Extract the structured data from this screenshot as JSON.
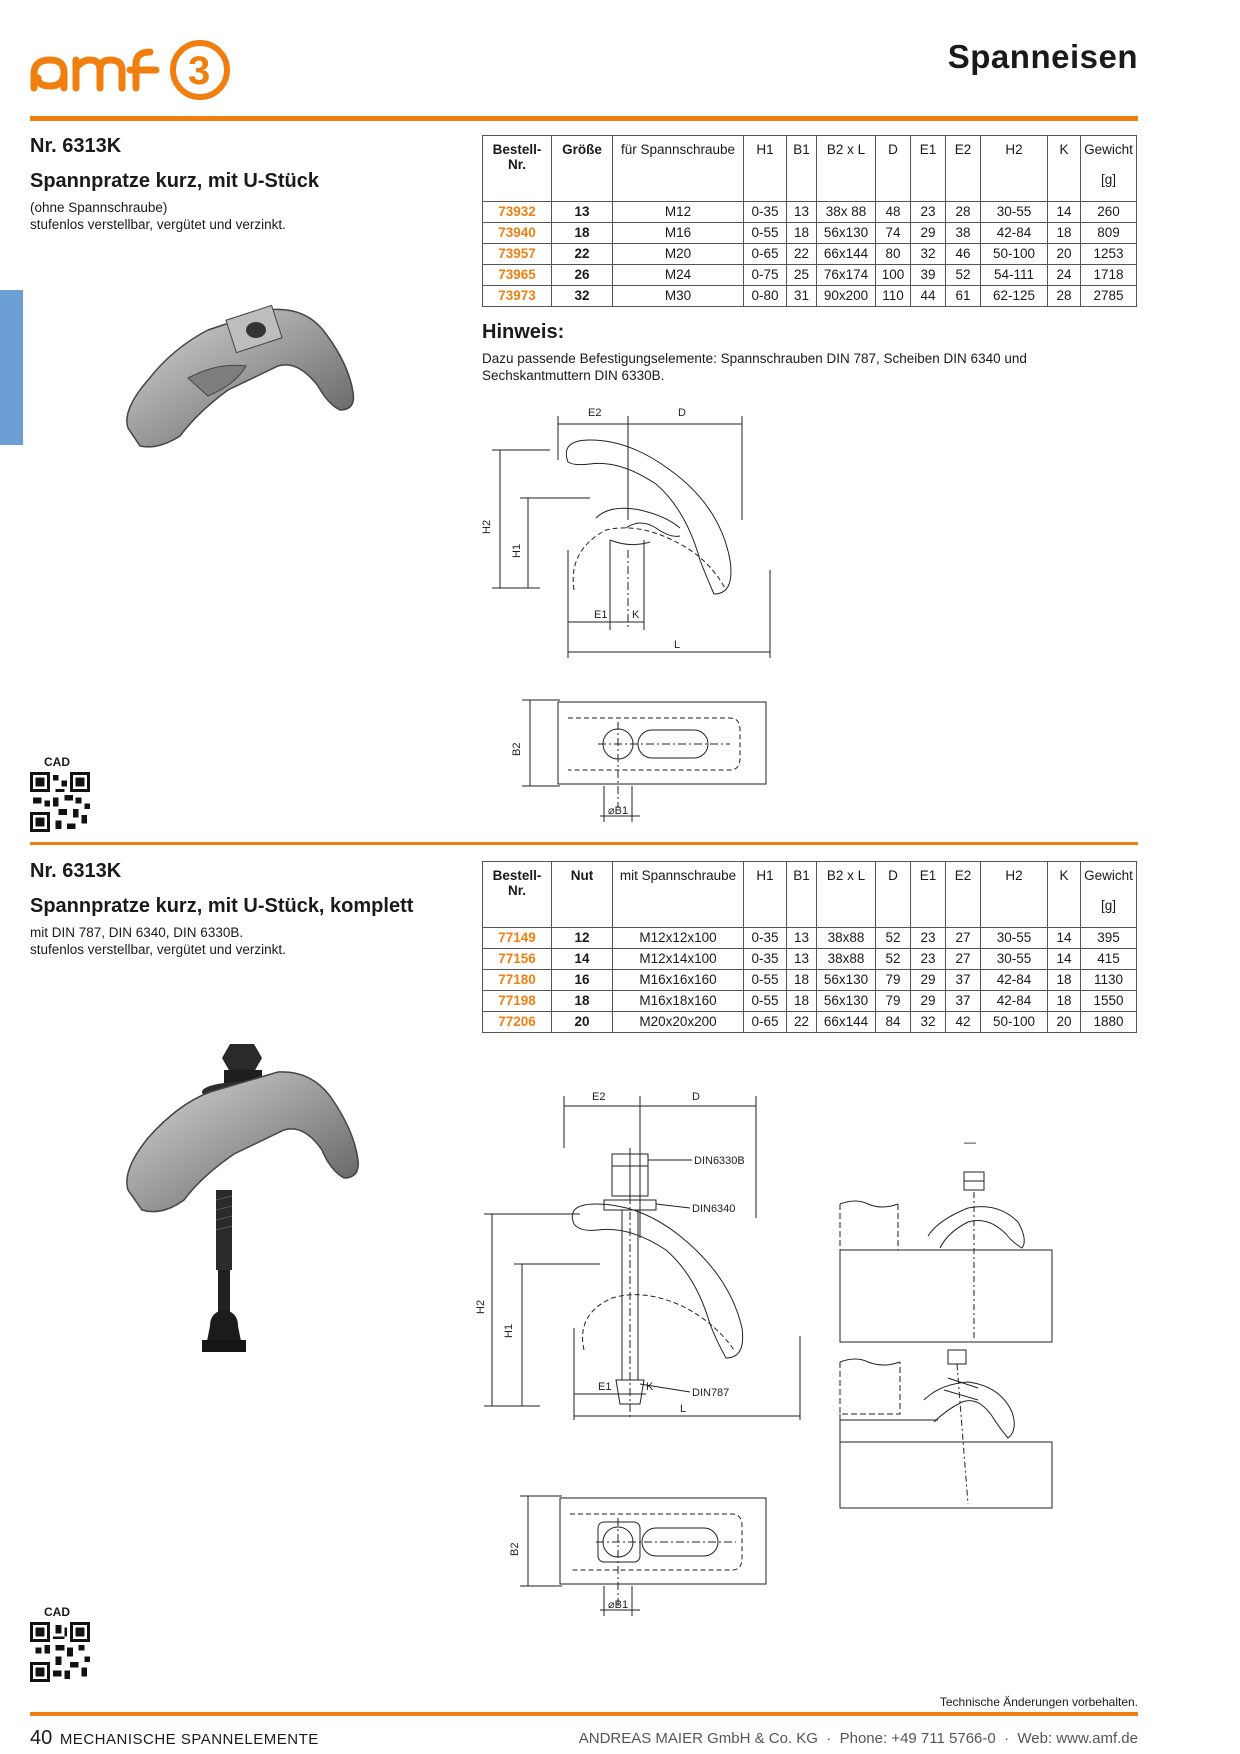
{
  "brand": {
    "logo_text": "amf",
    "color": "#f07f10"
  },
  "page_title": "Spanneisen",
  "side_tab_color": "#6b9fd6",
  "section1": {
    "nr": "Nr. 6313K",
    "title": "Spannpratze kurz, mit U-Stück",
    "desc1": "(ohne Spannschraube)",
    "desc2": "stufenlos verstellbar, vergütet und verzinkt.",
    "headers": {
      "c0": "Bestell-",
      "c0b": "Nr.",
      "c1": "Größe",
      "c2": "für Spannschraube",
      "c3": "H1",
      "c4": "B1",
      "c5": "B2 x L",
      "c6": "D",
      "c7": "E1",
      "c8": "E2",
      "c9": "H2",
      "c10": "K",
      "c11": "Gewicht",
      "c11u": "[g]"
    },
    "rows": [
      {
        "nr": "73932",
        "size": "13",
        "screw": "M12",
        "h1": "0-35",
        "b1": "13",
        "b2l": "38x 88",
        "d": "48",
        "e1": "23",
        "e2": "28",
        "h2": "30-55",
        "k": "14",
        "w": "260"
      },
      {
        "nr": "73940",
        "size": "18",
        "screw": "M16",
        "h1": "0-55",
        "b1": "18",
        "b2l": "56x130",
        "d": "74",
        "e1": "29",
        "e2": "38",
        "h2": "42-84",
        "k": "18",
        "w": "809"
      },
      {
        "nr": "73957",
        "size": "22",
        "screw": "M20",
        "h1": "0-65",
        "b1": "22",
        "b2l": "66x144",
        "d": "80",
        "e1": "32",
        "e2": "46",
        "h2": "50-100",
        "k": "20",
        "w": "1253"
      },
      {
        "nr": "73965",
        "size": "26",
        "screw": "M24",
        "h1": "0-75",
        "b1": "25",
        "b2l": "76x174",
        "d": "100",
        "e1": "39",
        "e2": "52",
        "h2": "54-111",
        "k": "24",
        "w": "1718"
      },
      {
        "nr": "73973",
        "size": "32",
        "screw": "M30",
        "h1": "0-80",
        "b1": "31",
        "b2l": "90x200",
        "d": "110",
        "e1": "44",
        "e2": "61",
        "h2": "62-125",
        "k": "28",
        "w": "2785"
      }
    ],
    "hinweis_title": "Hinweis:",
    "hinweis_text": "Dazu passende Befestigungselemente: Spannschrauben DIN 787, Scheiben DIN 6340 und Sechskantmuttern DIN 6330B.",
    "dims": {
      "e2": "E2",
      "d": "D",
      "h2": "H2",
      "h1": "H1",
      "e1": "E1",
      "k": "K",
      "l": "L",
      "b2": "B2",
      "b1": "⌀B1"
    },
    "cad": "CAD"
  },
  "section2": {
    "nr": "Nr. 6313K",
    "title": "Spannpratze kurz, mit U-Stück, komplett",
    "desc1": "mit DIN 787, DIN 6340, DIN 6330B.",
    "desc2": "stufenlos verstellbar, vergütet und verzinkt.",
    "headers": {
      "c0": "Bestell-",
      "c0b": "Nr.",
      "c1": "Nut",
      "c2": "mit Spannschraube",
      "c3": "H1",
      "c4": "B1",
      "c5": "B2 x L",
      "c6": "D",
      "c7": "E1",
      "c8": "E2",
      "c9": "H2",
      "c10": "K",
      "c11": "Gewicht",
      "c11u": "[g]"
    },
    "rows": [
      {
        "nr": "77149",
        "size": "12",
        "screw": "M12x12x100",
        "h1": "0-35",
        "b1": "13",
        "b2l": "38x88",
        "d": "52",
        "e1": "23",
        "e2": "27",
        "h2": "30-55",
        "k": "14",
        "w": "395"
      },
      {
        "nr": "77156",
        "size": "14",
        "screw": "M12x14x100",
        "h1": "0-35",
        "b1": "13",
        "b2l": "38x88",
        "d": "52",
        "e1": "23",
        "e2": "27",
        "h2": "30-55",
        "k": "14",
        "w": "415"
      },
      {
        "nr": "77180",
        "size": "16",
        "screw": "M16x16x160",
        "h1": "0-55",
        "b1": "18",
        "b2l": "56x130",
        "d": "79",
        "e1": "29",
        "e2": "37",
        "h2": "42-84",
        "k": "18",
        "w": "1130"
      },
      {
        "nr": "77198",
        "size": "18",
        "screw": "M16x18x160",
        "h1": "0-55",
        "b1": "18",
        "b2l": "56x130",
        "d": "79",
        "e1": "29",
        "e2": "37",
        "h2": "42-84",
        "k": "18",
        "w": "1550"
      },
      {
        "nr": "77206",
        "size": "20",
        "screw": "M20x20x200",
        "h1": "0-65",
        "b1": "22",
        "b2l": "66x144",
        "d": "84",
        "e1": "32",
        "e2": "42",
        "h2": "50-100",
        "k": "20",
        "w": "1880"
      }
    ],
    "dims": {
      "e2": "E2",
      "d": "D",
      "h2": "H2",
      "h1": "H1",
      "e1": "E1",
      "k": "K",
      "l": "L",
      "b2": "B2",
      "b1": "⌀B1",
      "din1": "DIN6330B",
      "din2": "DIN6340",
      "din3": "DIN787",
      "dash": "—"
    },
    "cad": "CAD"
  },
  "tech_note": "Technische Änderungen vorbehalten.",
  "footer": {
    "page": "40",
    "section": "MECHANISCHE SPANNELEMENTE",
    "company": "ANDREAS MAIER GmbH & Co. KG  ·  Phone: +49 711 5766-0  ·  Web: www.amf.de"
  }
}
